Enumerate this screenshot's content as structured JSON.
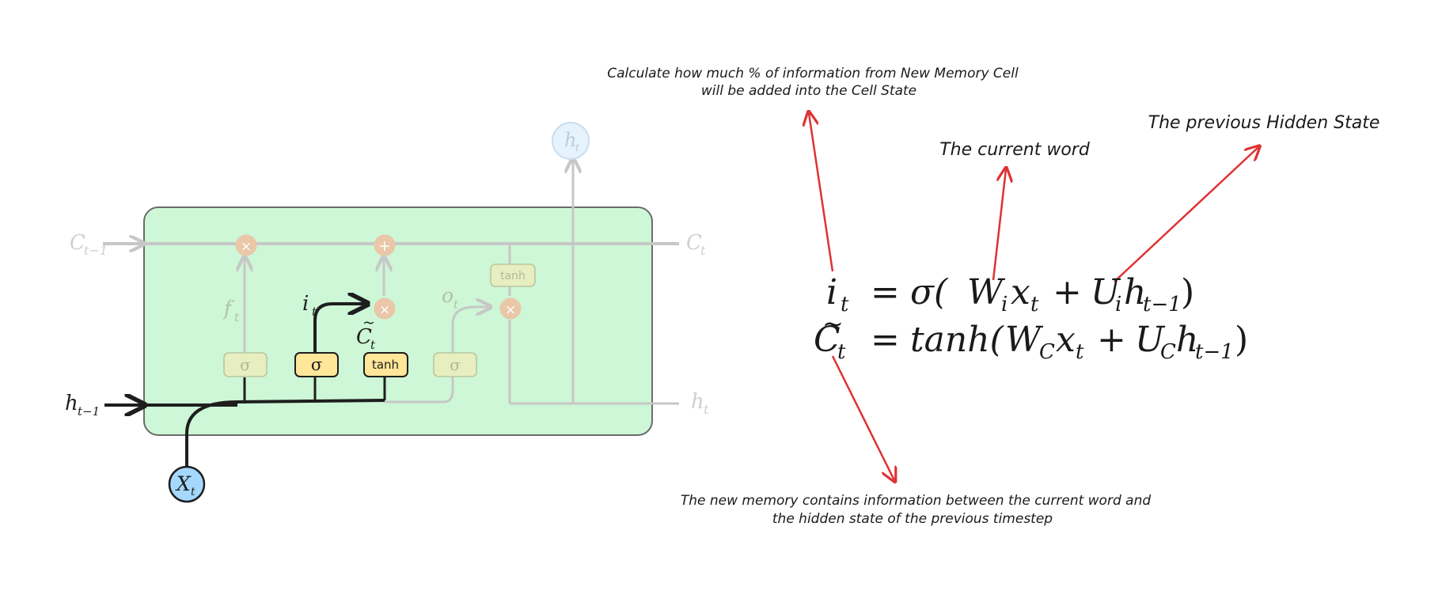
{
  "annotations": {
    "input_gate_note_line1": "Calculate how much % of information from New Memory Cell",
    "input_gate_note_line2": "will be added into the Cell State",
    "current_word": "The current word",
    "previous_hidden": "The previous Hidden State",
    "new_memory_note_line1": "The new memory contains information between the current word and",
    "new_memory_note_line2": "the hidden state of the previous timestep"
  },
  "equations": {
    "input_gate": {
      "lhs": "i",
      "lhs_sub": "t",
      "eq": "=",
      "fn": "σ(",
      "w": "W",
      "w_sub": "i",
      "x": "x",
      "x_sub": "t",
      "plus": "+",
      "u": "U",
      "u_sub": "i",
      "h": "h",
      "h_sub": "t−1",
      "close": ")"
    },
    "candidate": {
      "lhs": "C",
      "lhs_sub": "t",
      "tilde": "~",
      "eq": "=",
      "fn": "tanh(",
      "w": "W",
      "w_sub": "C",
      "x": "x",
      "x_sub": "t",
      "plus": "+",
      "u": "U",
      "u_sub": "C",
      "h": "h",
      "h_sub": "t−1",
      "close": ")"
    }
  },
  "lstm": {
    "c_prev": "C",
    "c_prev_sub": "t−1",
    "c_out": "C",
    "c_out_sub": "t",
    "h_prev": "h",
    "h_prev_sub": "t−1",
    "h_out": "h",
    "h_out_sub": "t",
    "h_top": "h",
    "h_top_sub": "t",
    "x_in": "X",
    "x_in_sub": "t",
    "f_label": "f",
    "f_label_sub": "t",
    "i_label": "i",
    "i_label_sub": "t",
    "o_label": "o",
    "o_label_sub": "t",
    "c_tilde_label": "C",
    "c_tilde_label_sub": "t",
    "tilde": "~",
    "sigma": "σ",
    "tanh": "tanh",
    "times": "×",
    "plus": "+"
  },
  "colors": {
    "cell_fill": "#cdf7d6",
    "cell_stroke": "#6b6b6b",
    "active_gate": "#ffe699",
    "active_stroke": "#1e1e1e",
    "faded_gate": "#e7eec0",
    "faded_stroke": "#b9c7a0",
    "faded_line": "#c7c7c7",
    "op_fill": "#e9c7a8",
    "input_fill": "#a5d8ff",
    "arrow_red": "#e03131",
    "dark_line": "#1e1e1e"
  }
}
